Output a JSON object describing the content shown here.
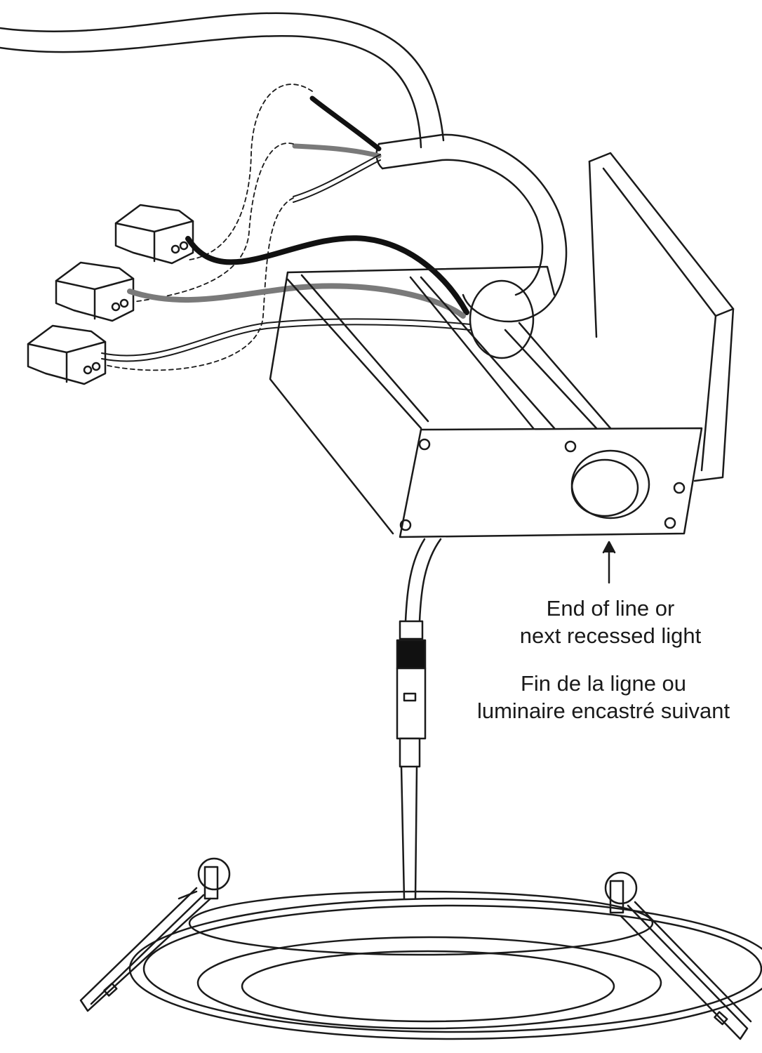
{
  "callout": {
    "en_line1": "End of line or",
    "en_line2": "next recessed light",
    "fr_line1": "Fin de la ligne ou",
    "fr_line2": "luminaire encastré suivant"
  },
  "colors": {
    "stroke": "#1a1a1a",
    "black_wire": "#111111",
    "ground_wire": "#7a7a7a",
    "white_wire": "#ffffff"
  }
}
